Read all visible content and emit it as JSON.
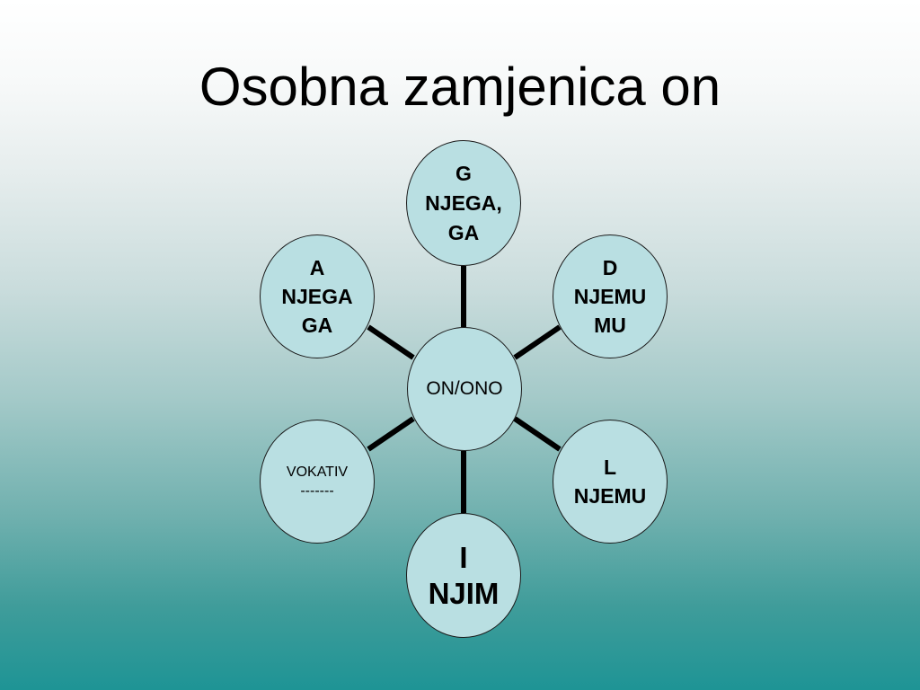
{
  "slide": {
    "title": "Osobna zamjenica on"
  },
  "diagram": {
    "center": {
      "label": "ON/ONO"
    },
    "nodes": {
      "genitive": {
        "line1": "G",
        "line2": "NJEGA,",
        "line3": "GA"
      },
      "dative": {
        "line1": "D",
        "line2": "NJEMU",
        "line3": "MU"
      },
      "locative": {
        "line1": "L",
        "line2": "NJEMU"
      },
      "instrumental": {
        "line1": "I",
        "line2": "NJIM"
      },
      "vocative": {
        "line1": "VOKATIV",
        "line2": "-------"
      },
      "accusative": {
        "line1": "A",
        "line2": "NJEGA",
        "line3": "GA"
      }
    }
  }
}
